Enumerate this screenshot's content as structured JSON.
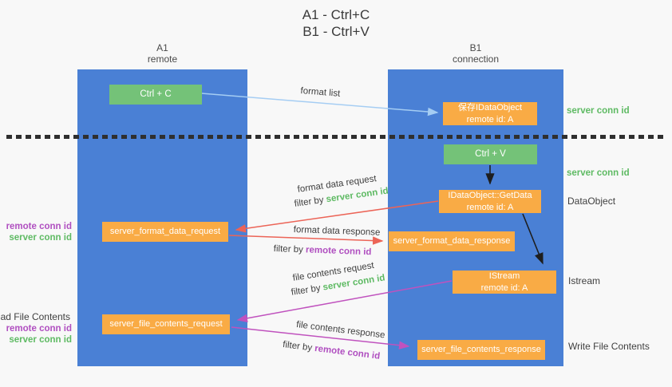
{
  "title": {
    "line1": "A1 - Ctrl+C",
    "line2": "B1 - Ctrl+V"
  },
  "lifelines": {
    "left": {
      "id": "A1",
      "label": "remote"
    },
    "right": {
      "id": "B1",
      "label": "connection"
    }
  },
  "nodes": {
    "ctrl_c": {
      "label": "Ctrl + C"
    },
    "save_dataobject": {
      "line1": "保存IDataObject",
      "line2": "remote id: A"
    },
    "ctrl_v": {
      "label": "Ctrl + V"
    },
    "getdata": {
      "line1": "IDataObject::GetData",
      "line2": "remote id: A"
    },
    "format_request": {
      "label": "server_format_data_request"
    },
    "format_response": {
      "label": "server_format_data_response"
    },
    "istream": {
      "line1": "IStream",
      "line2": "remote id: A"
    },
    "file_request": {
      "label": "server_file_contents_request"
    },
    "file_response": {
      "label": "server_file_contents_response"
    }
  },
  "arrow_labels": {
    "format_list": "format list",
    "format_data_request": {
      "title": "format data request",
      "filter_prefix": "filter by ",
      "filter_key": "server conn id"
    },
    "format_data_response": {
      "title": "format data response",
      "filter_prefix": "filter by ",
      "filter_key": "remote conn id"
    },
    "file_contents_request": {
      "title": "file contents request",
      "filter_prefix": "filter by ",
      "filter_key": "server conn id"
    },
    "file_contents_response": {
      "title": "file contents response",
      "filter_prefix": "filter by ",
      "filter_key": "remote conn id"
    }
  },
  "side_labels": {
    "right_server_conn_top": "server conn id",
    "right_server_conn_mid": "server conn id",
    "right_dataobject": "DataObject",
    "right_istream": "Istream",
    "right_write_file": "Write File Contents",
    "left_remote_conn_top": "remote conn id",
    "left_server_conn_top": "server conn id",
    "left_read_file": "Read File Contents",
    "left_remote_conn_bottom": "remote conn id",
    "left_server_conn_bottom": "server conn id"
  },
  "colors": {
    "lifeline_blue": "#4a80d5",
    "box_green": "#74c278",
    "box_orange": "#f9ab45",
    "green_text": "#5eba63",
    "purple_text": "#b04fc0",
    "arrow_red": "#ec6457",
    "arrow_magenta": "#c052be",
    "arrow_light_blue": "#a5cdf3",
    "arrow_black": "#1e1e1e"
  }
}
